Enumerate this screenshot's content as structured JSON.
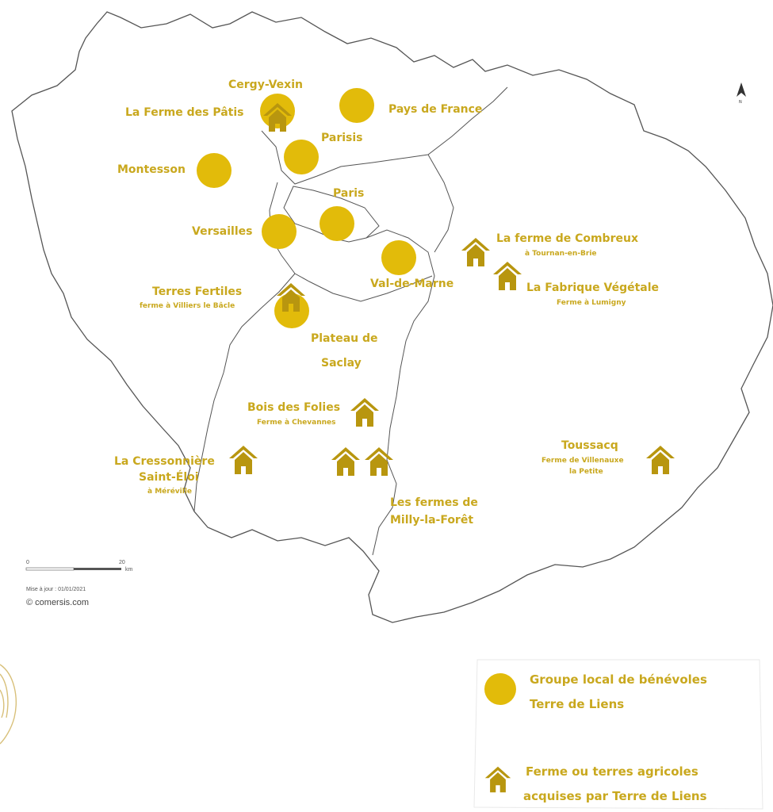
{
  "colors": {
    "marker": "#e2bb0a",
    "label": "#c9a81e",
    "farm": "#b8960f",
    "border": "#555555"
  },
  "groups": [
    {
      "name": "Cergy-Vexin",
      "icon": "circle-icon"
    },
    {
      "name": "Pays de France",
      "icon": "circle-icon"
    },
    {
      "name": "Parisis",
      "icon": "circle-icon"
    },
    {
      "name": "Montesson",
      "icon": "circle-icon"
    },
    {
      "name": "Paris",
      "icon": "circle-icon"
    },
    {
      "name": "Versailles",
      "icon": "circle-icon"
    },
    {
      "name": "Val-de-Marne",
      "icon": "circle-icon"
    },
    {
      "name": "Plateau de",
      "name2": "Saclay",
      "icon": "circle-icon"
    }
  ],
  "farms": [
    {
      "name": "La Ferme des Pâtis",
      "icon": "farm-house-icon"
    },
    {
      "name": "La ferme de Combreux",
      "sub": "à Tournan-en-Brie",
      "icon": "farm-house-icon"
    },
    {
      "name": "La Fabrique Végétale",
      "sub": "Ferme à Lumigny",
      "icon": "farm-house-icon"
    },
    {
      "name": "Terres Fertiles",
      "sub": "ferme à Villiers le Bâcle",
      "icon": "farm-house-icon"
    },
    {
      "name": "Bois des Folies",
      "sub": "Ferme à Chevannes",
      "icon": "farm-house-icon"
    },
    {
      "name": "La Cressonnière",
      "name2": "Saint-Éloi",
      "sub": "à Méréville",
      "icon": "farm-house-icon"
    },
    {
      "name": "Les fermes de",
      "name2": "Milly-la-Forêt",
      "icon": "farm-house-icon"
    },
    {
      "name": "Toussacq",
      "sub": "Ferme de Villenauxe",
      "sub2": "la Petite",
      "icon": "farm-house-icon"
    }
  ],
  "scale": {
    "zero": "0",
    "twenty": "20",
    "unit": "km",
    "update": "Mise à jour : 01/01/2021"
  },
  "credit": "© comersis.com",
  "legend": {
    "group_line1": "Groupe local de bénévoles",
    "group_line2": "Terre de Liens",
    "farm_line1": "Ferme ou terres agricoles",
    "farm_line2": "acquises par Terre de Liens"
  },
  "north_icon": "north-arrow-icon"
}
